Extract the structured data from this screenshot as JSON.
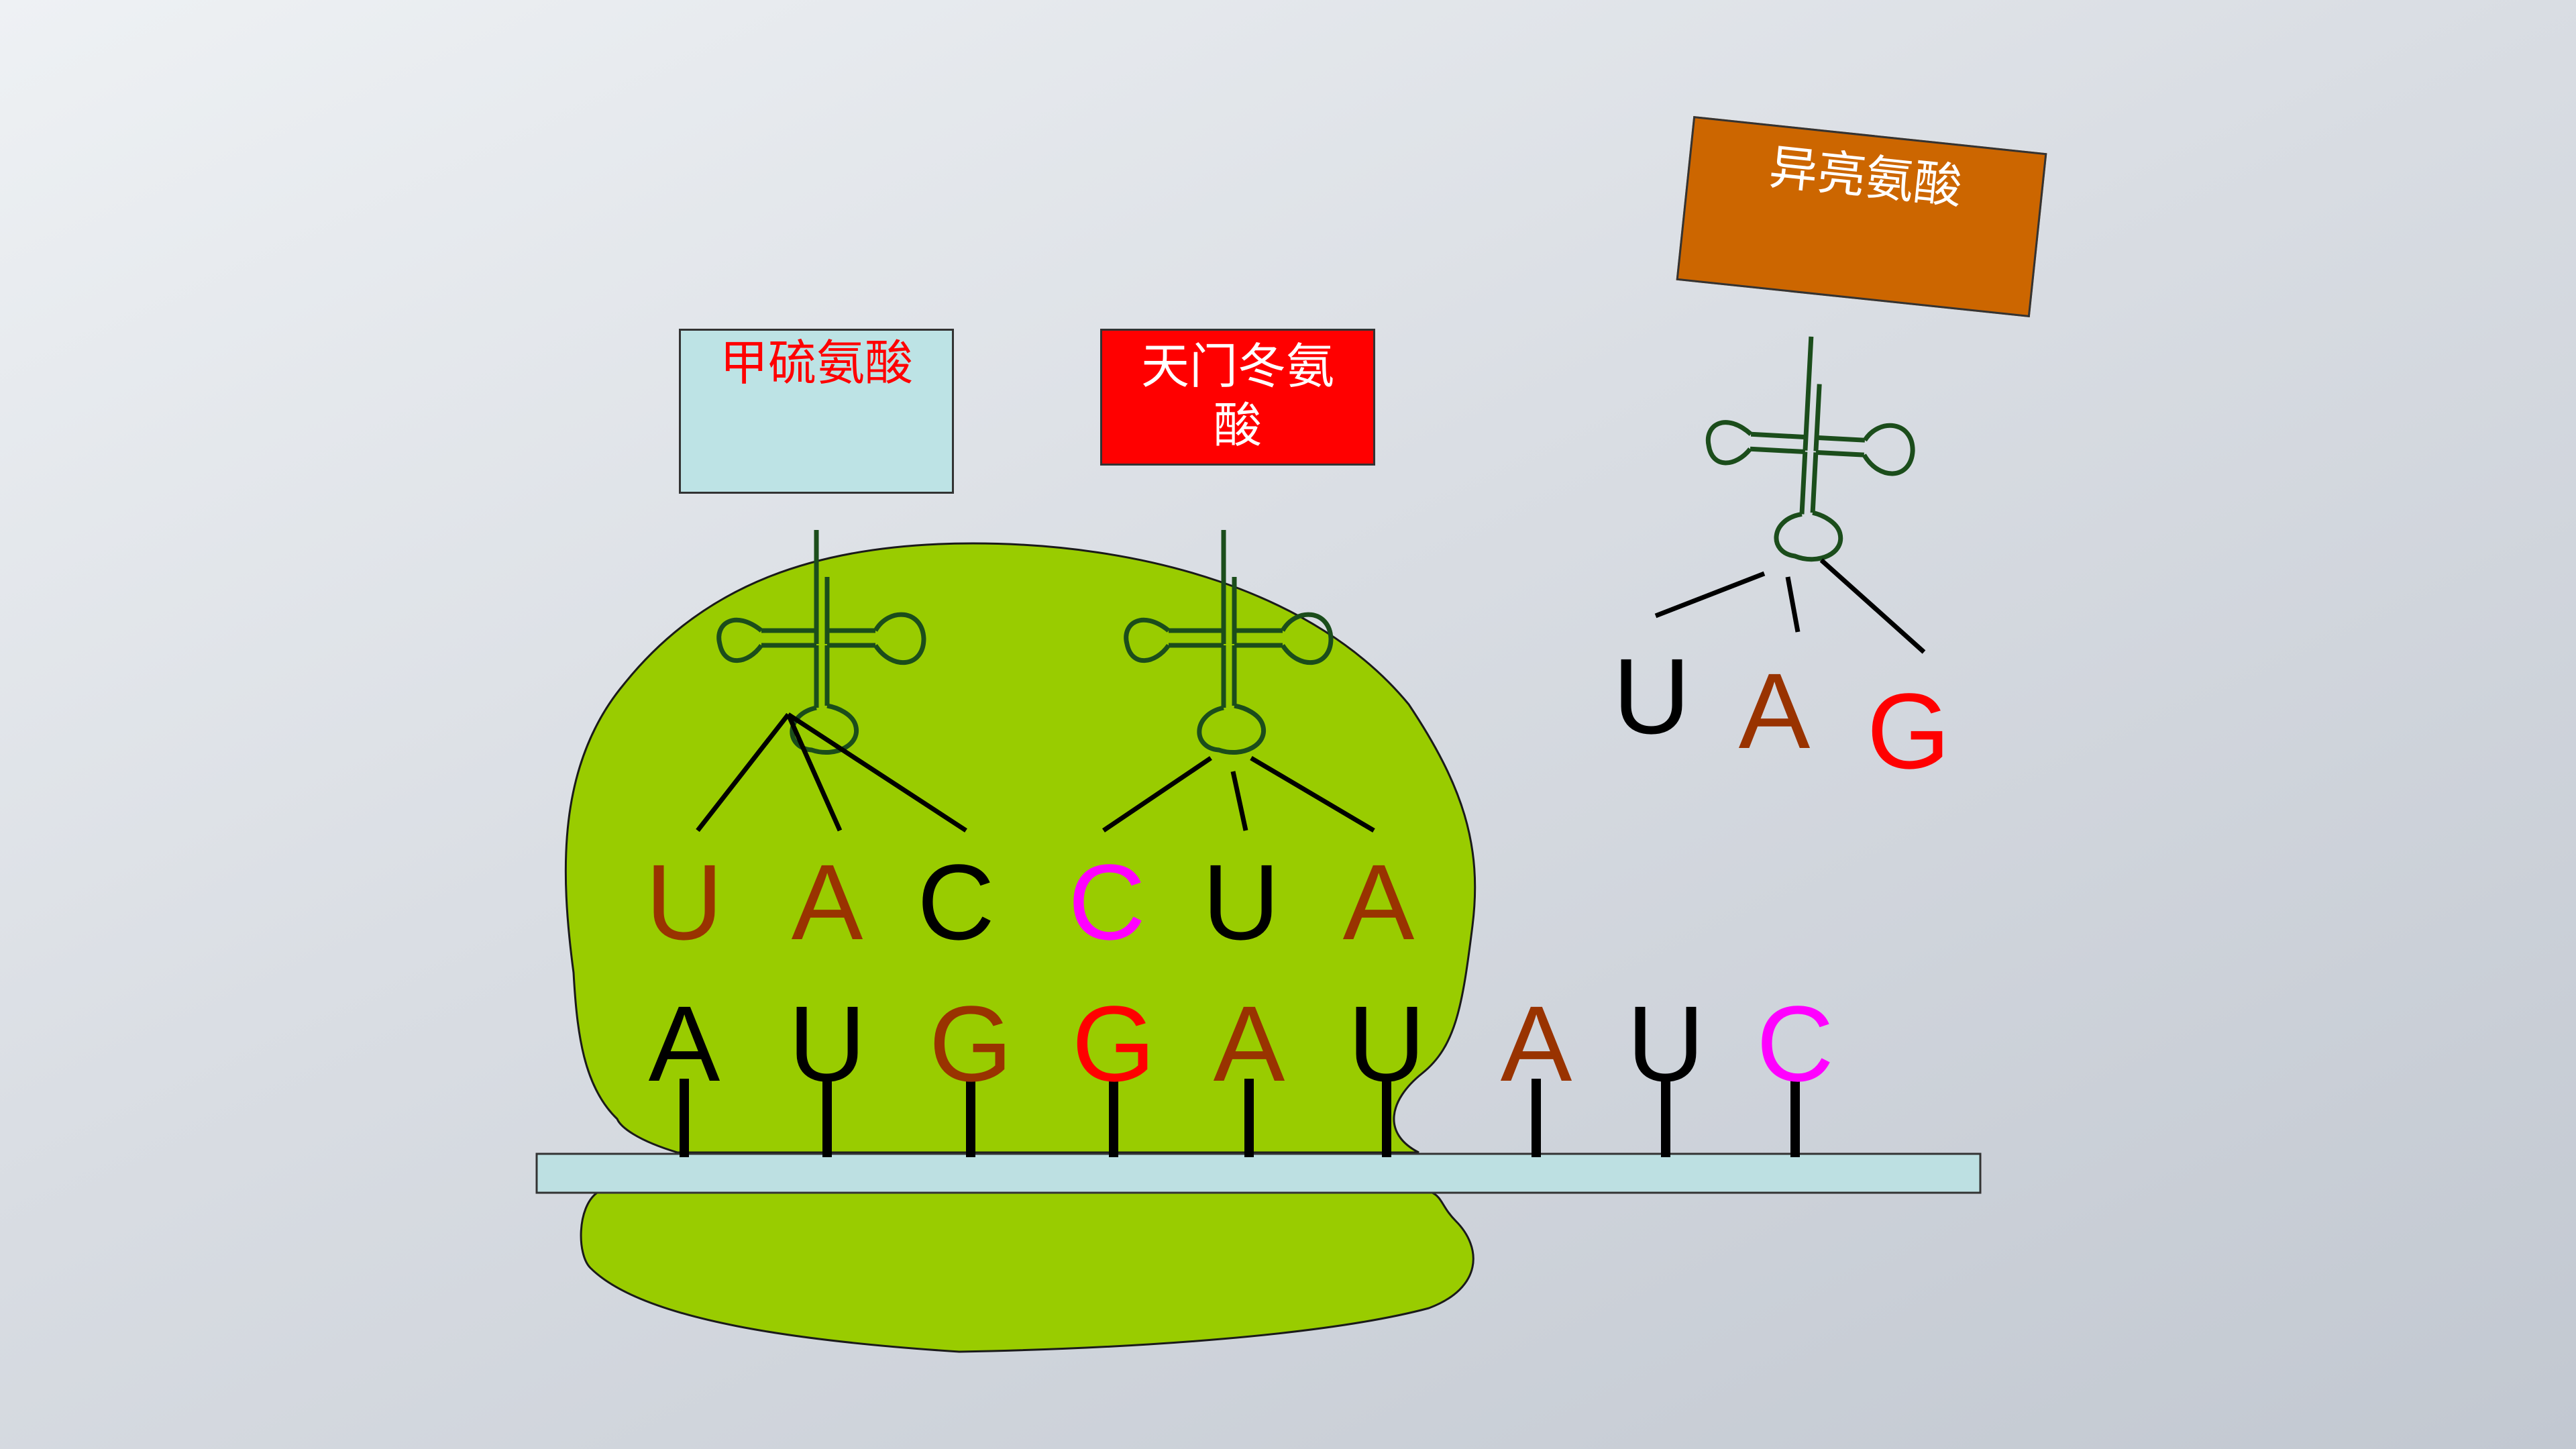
{
  "colors": {
    "ribosome": "#99cc00",
    "mrna_strand": "#bde0e2",
    "trna": "#1b4d1b",
    "brown": "#993300",
    "black": "#000000",
    "red": "#ff0000",
    "magenta": "#ff00ff"
  },
  "amino_acids": {
    "met": {
      "label": "甲硫氨酸",
      "fill": "#bde3e5",
      "text_color": "#ff0000"
    },
    "asp": {
      "label": "天门冬氨酸",
      "fill": "#ff0000",
      "text_color": "#ffffff"
    },
    "ile": {
      "label": "异亮氨酸",
      "fill": "#cc6600",
      "text_color": "#ffffff"
    }
  },
  "anticodons": [
    {
      "base": "U",
      "color": "#993300"
    },
    {
      "base": "A",
      "color": "#993300"
    },
    {
      "base": "C",
      "color": "#000000"
    },
    {
      "base": "C",
      "color": "#ff00ff"
    },
    {
      "base": "U",
      "color": "#000000"
    },
    {
      "base": "A",
      "color": "#993300"
    }
  ],
  "incoming_anticodon": [
    {
      "base": "U",
      "color": "#000000"
    },
    {
      "base": "A",
      "color": "#993300"
    },
    {
      "base": "G",
      "color": "#ff0000"
    }
  ],
  "mrna": [
    {
      "base": "A",
      "color": "#000000"
    },
    {
      "base": "U",
      "color": "#000000"
    },
    {
      "base": "G",
      "color": "#993300"
    },
    {
      "base": "G",
      "color": "#ff0000"
    },
    {
      "base": "A",
      "color": "#993300"
    },
    {
      "base": "U",
      "color": "#000000"
    },
    {
      "base": "A",
      "color": "#993300"
    },
    {
      "base": "U",
      "color": "#000000"
    },
    {
      "base": "C",
      "color": "#ff00ff"
    }
  ]
}
